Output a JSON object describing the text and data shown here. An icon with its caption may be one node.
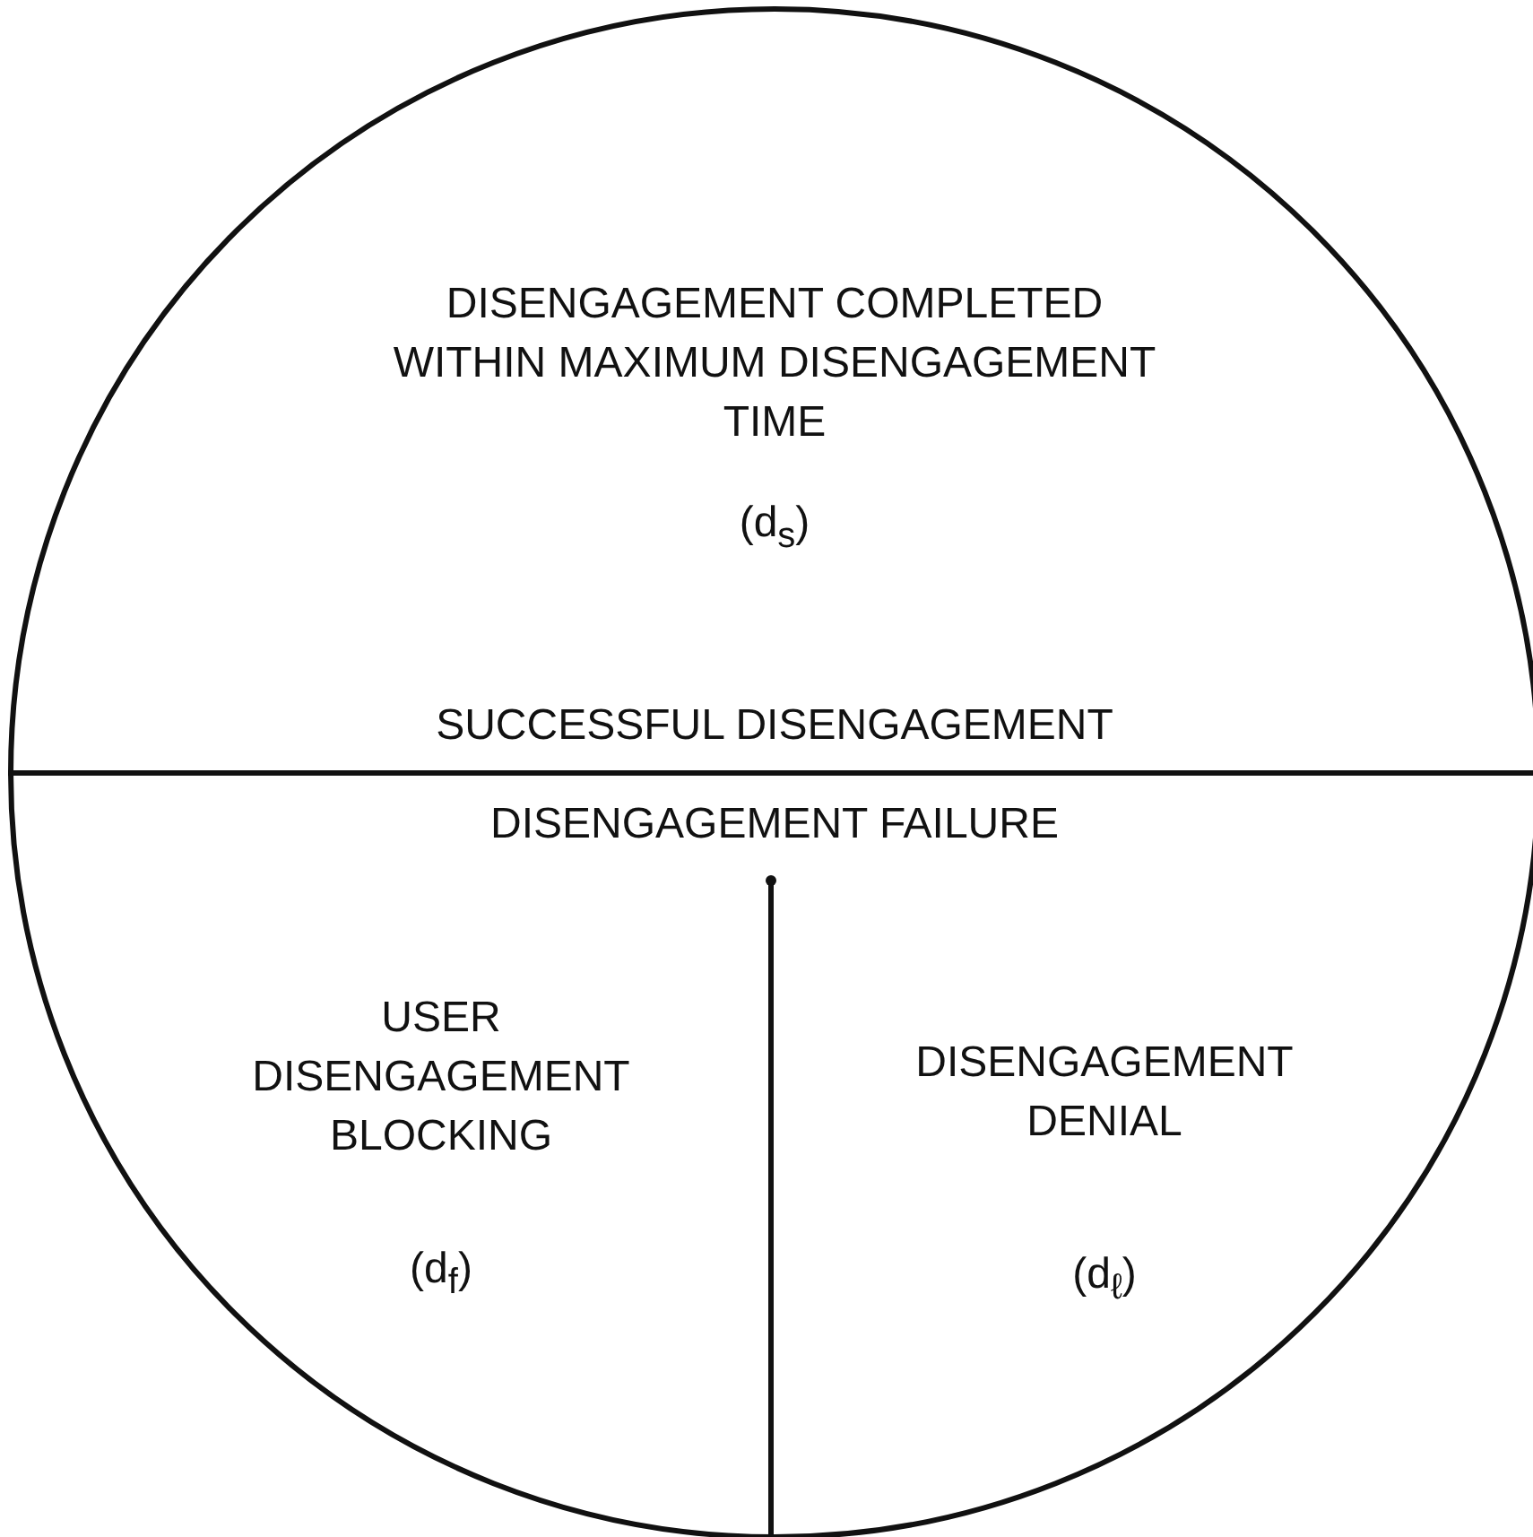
{
  "diagram": {
    "nodes": [
      {
        "text": [
          "DISENGAGEMENT COMPLETED WITHIN MAXIMUM DISENGAGEMENT TIME",
          "(d$_{s}$)",
          "SUCCESSFUL DISENGAGEMENT"
        ]
      },
      {
        "text": [
          "DISENGAGEMENT FAILURE"
        ]
      },
      {
        "text": [
          "USER DISENGAGEMENT BLOCKING",
          "(d$_{f}$)"
        ],
        "in": 1
      },
      {
        "text": [
          "DISENGAGEMENT DENIAL",
          "(d$_{ℓ}$)"
        ],
        "in": 1
      }
    ],
    "edges": []
  }
}
